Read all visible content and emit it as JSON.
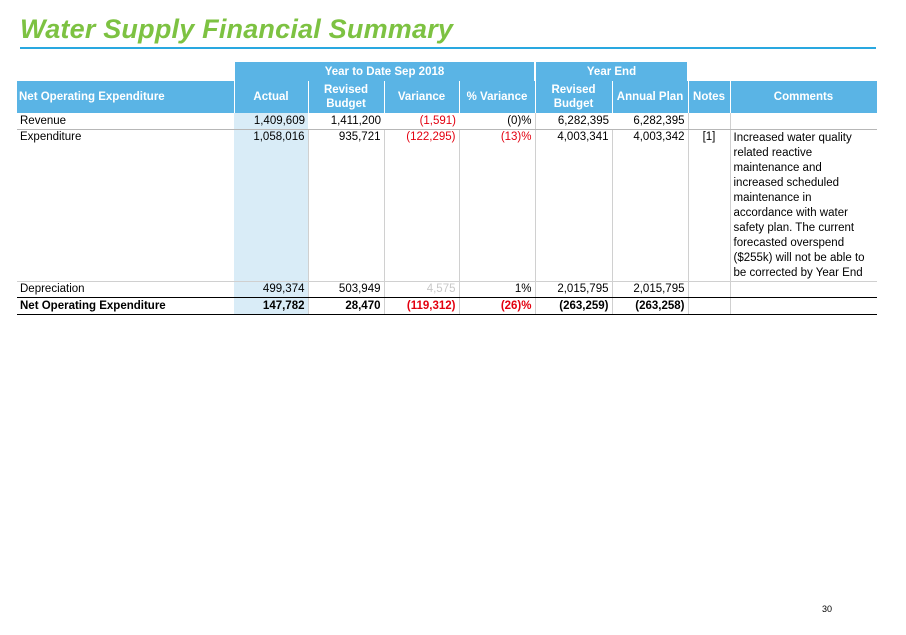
{
  "title": "Water Supply Financial Summary",
  "page_number": "30",
  "groups": {
    "ytd": "Year to Date Sep 2018",
    "year_end": "Year End"
  },
  "headers": {
    "label": "Net Operating Expenditure",
    "actual": "Actual",
    "revised_budget": "Revised Budget",
    "variance": "Variance",
    "pct_variance": "% Variance",
    "ye_revised_budget": "Revised Budget",
    "annual_plan": "Annual Plan",
    "notes": "Notes",
    "comments": "Comments"
  },
  "rows": [
    {
      "label": "Revenue",
      "actual": "1,409,609",
      "revised_budget": "1,411,200",
      "variance": "(1,591)",
      "pct_variance": "(0)%",
      "ye_revised_budget": "6,282,395",
      "annual_plan": "6,282,395",
      "notes": "",
      "comments": ""
    },
    {
      "label": "Expenditure",
      "actual": "1,058,016",
      "revised_budget": "935,721",
      "variance": "(122,295)",
      "pct_variance": "(13)%",
      "ye_revised_budget": "4,003,341",
      "annual_plan": "4,003,342",
      "notes": "[1]",
      "comments": "Increased water quality related reactive maintenance and increased scheduled maintenance in accordance with water safety plan. The current forecasted overspend ($255k) will not be able to be corrected by Year End"
    },
    {
      "label": "Depreciation",
      "actual": "499,374",
      "revised_budget": "503,949",
      "variance": "4,575",
      "pct_variance": "1%",
      "ye_revised_budget": "2,015,795",
      "annual_plan": "2,015,795",
      "notes": "",
      "comments": ""
    },
    {
      "label": "Net Operating Expenditure",
      "actual": "147,782",
      "revised_budget": "28,470",
      "variance": "(119,312)",
      "pct_variance": "(26)%",
      "ye_revised_budget": "(263,259)",
      "annual_plan": "(263,258)",
      "notes": "",
      "comments": ""
    }
  ],
  "colors": {
    "title": "#7dc242",
    "header_bg": "#5ab4e5",
    "actual_column_bg": "#d9ecf7",
    "negative": "#e3000f",
    "rule": "#29a8e0"
  }
}
